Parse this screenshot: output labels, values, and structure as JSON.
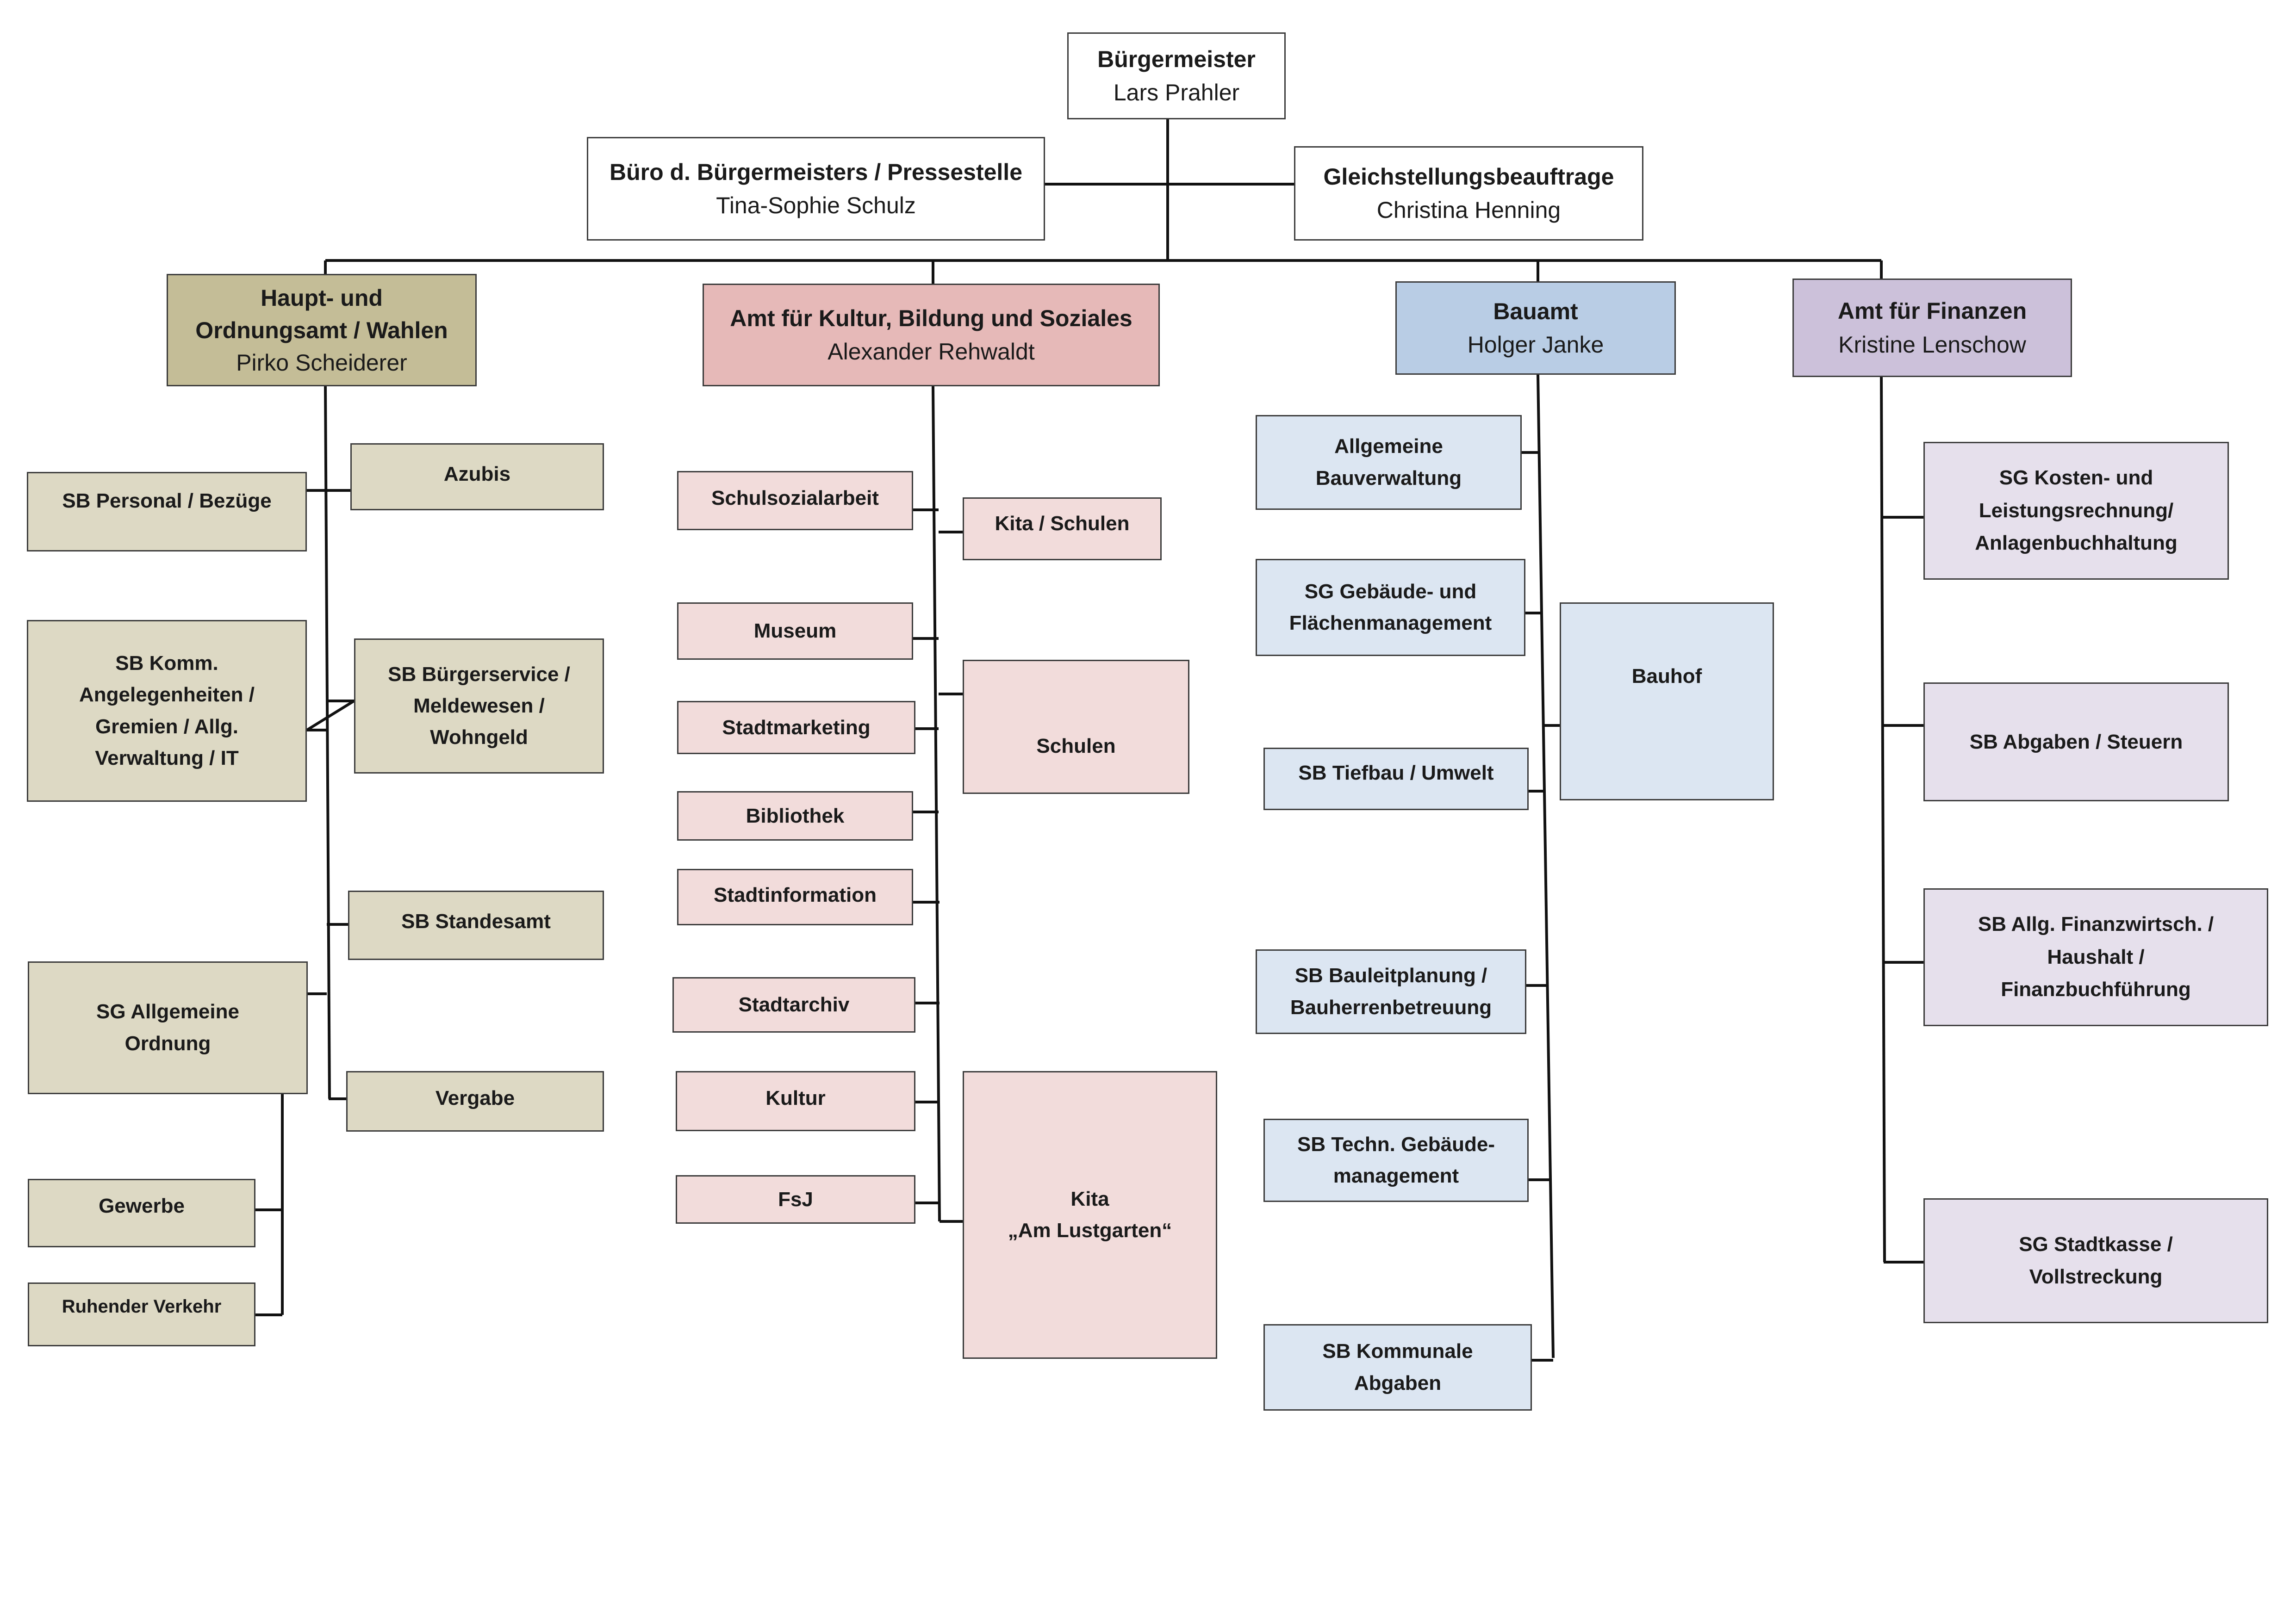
{
  "mayor": {
    "title": "Bürgermeister",
    "name": "Lars Prahler"
  },
  "office": {
    "title": "Büro d. Bürgermeisters / Pressestelle",
    "name": "Tina-Sophie Schulz"
  },
  "equality": {
    "title": "Gleichstellungsbeauftrage",
    "name": "Christina Henning"
  },
  "departments": {
    "haupt": {
      "title": "Haupt- und\nOrdnungsamt / Wahlen",
      "name": "Pirko Scheiderer",
      "units": {
        "azubis": "Azubis",
        "personal": "SB Personal / Bezüge",
        "komm": "SB Komm.\nAngelegenheiten /\nGremien / Allg.\nVerwaltung / IT",
        "buergerservice": "SB Bürgerservice /\nMeldewesen /\nWohngeld",
        "standesamt": "SB Standesamt",
        "ordnung": "SG Allgemeine\nOrdnung",
        "vergabe": "Vergabe",
        "gewerbe": "Gewerbe",
        "verkehr": "Ruhender Verkehr"
      }
    },
    "kultur": {
      "title": "Amt für Kultur, Bildung und Soziales",
      "name": "Alexander Rehwaldt",
      "units": {
        "schulsozialarbeit": "Schulsozialarbeit",
        "kita_schulen": "Kita / Schulen",
        "museum": "Museum",
        "stadtmarketing": "Stadtmarketing",
        "schulen": "Schulen",
        "bibliothek": "Bibliothek",
        "stadtinformation": "Stadtinformation",
        "stadtarchiv": "Stadtarchiv",
        "kultur": "Kultur",
        "fsj": "FsJ",
        "kita": "Kita\n„Am Lustgarten“"
      }
    },
    "bau": {
      "title": "Bauamt",
      "name": "Holger Janke",
      "units": {
        "bauverwaltung": "Allgemeine\nBauverwaltung",
        "gebaeude": "SG Gebäude- und\nFlächenmanagement",
        "bauhof": "Bauhof",
        "tiefbau": "SB Tiefbau / Umwelt",
        "bauleitplanung": "SB Bauleitplanung /\nBauherrenbetreuung",
        "techn": "SB Techn. Gebäude-\nmanagement",
        "abgaben": "SB Kommunale\nAbgaben"
      }
    },
    "finanzen": {
      "title": "Amt für Finanzen",
      "name": "Kristine Lenschow",
      "units": {
        "kosten": "SG Kosten- und\nLeistungsrechnung/\nAnlagenbuchhaltung",
        "steuern": "SB Abgaben / Steuern",
        "haushalt": "SB Allg. Finanzwirtsch. /\nHaushalt /\nFinanzbuchführung",
        "stadtkasse": "SG Stadtkasse /\nVollstreckung"
      }
    }
  },
  "colors": {
    "line": "#111111",
    "border": "#3c3c3c",
    "haupt": "#c4bd97",
    "haupt_unit": "#ddd9c4",
    "kultur": "#e6b9b8",
    "kultur_unit": "#f2dcdb",
    "bau": "#b9cde5",
    "bau_unit": "#dce6f2",
    "finanzen": "#ccc1da",
    "finanzen_unit": "#e6e0ec"
  }
}
